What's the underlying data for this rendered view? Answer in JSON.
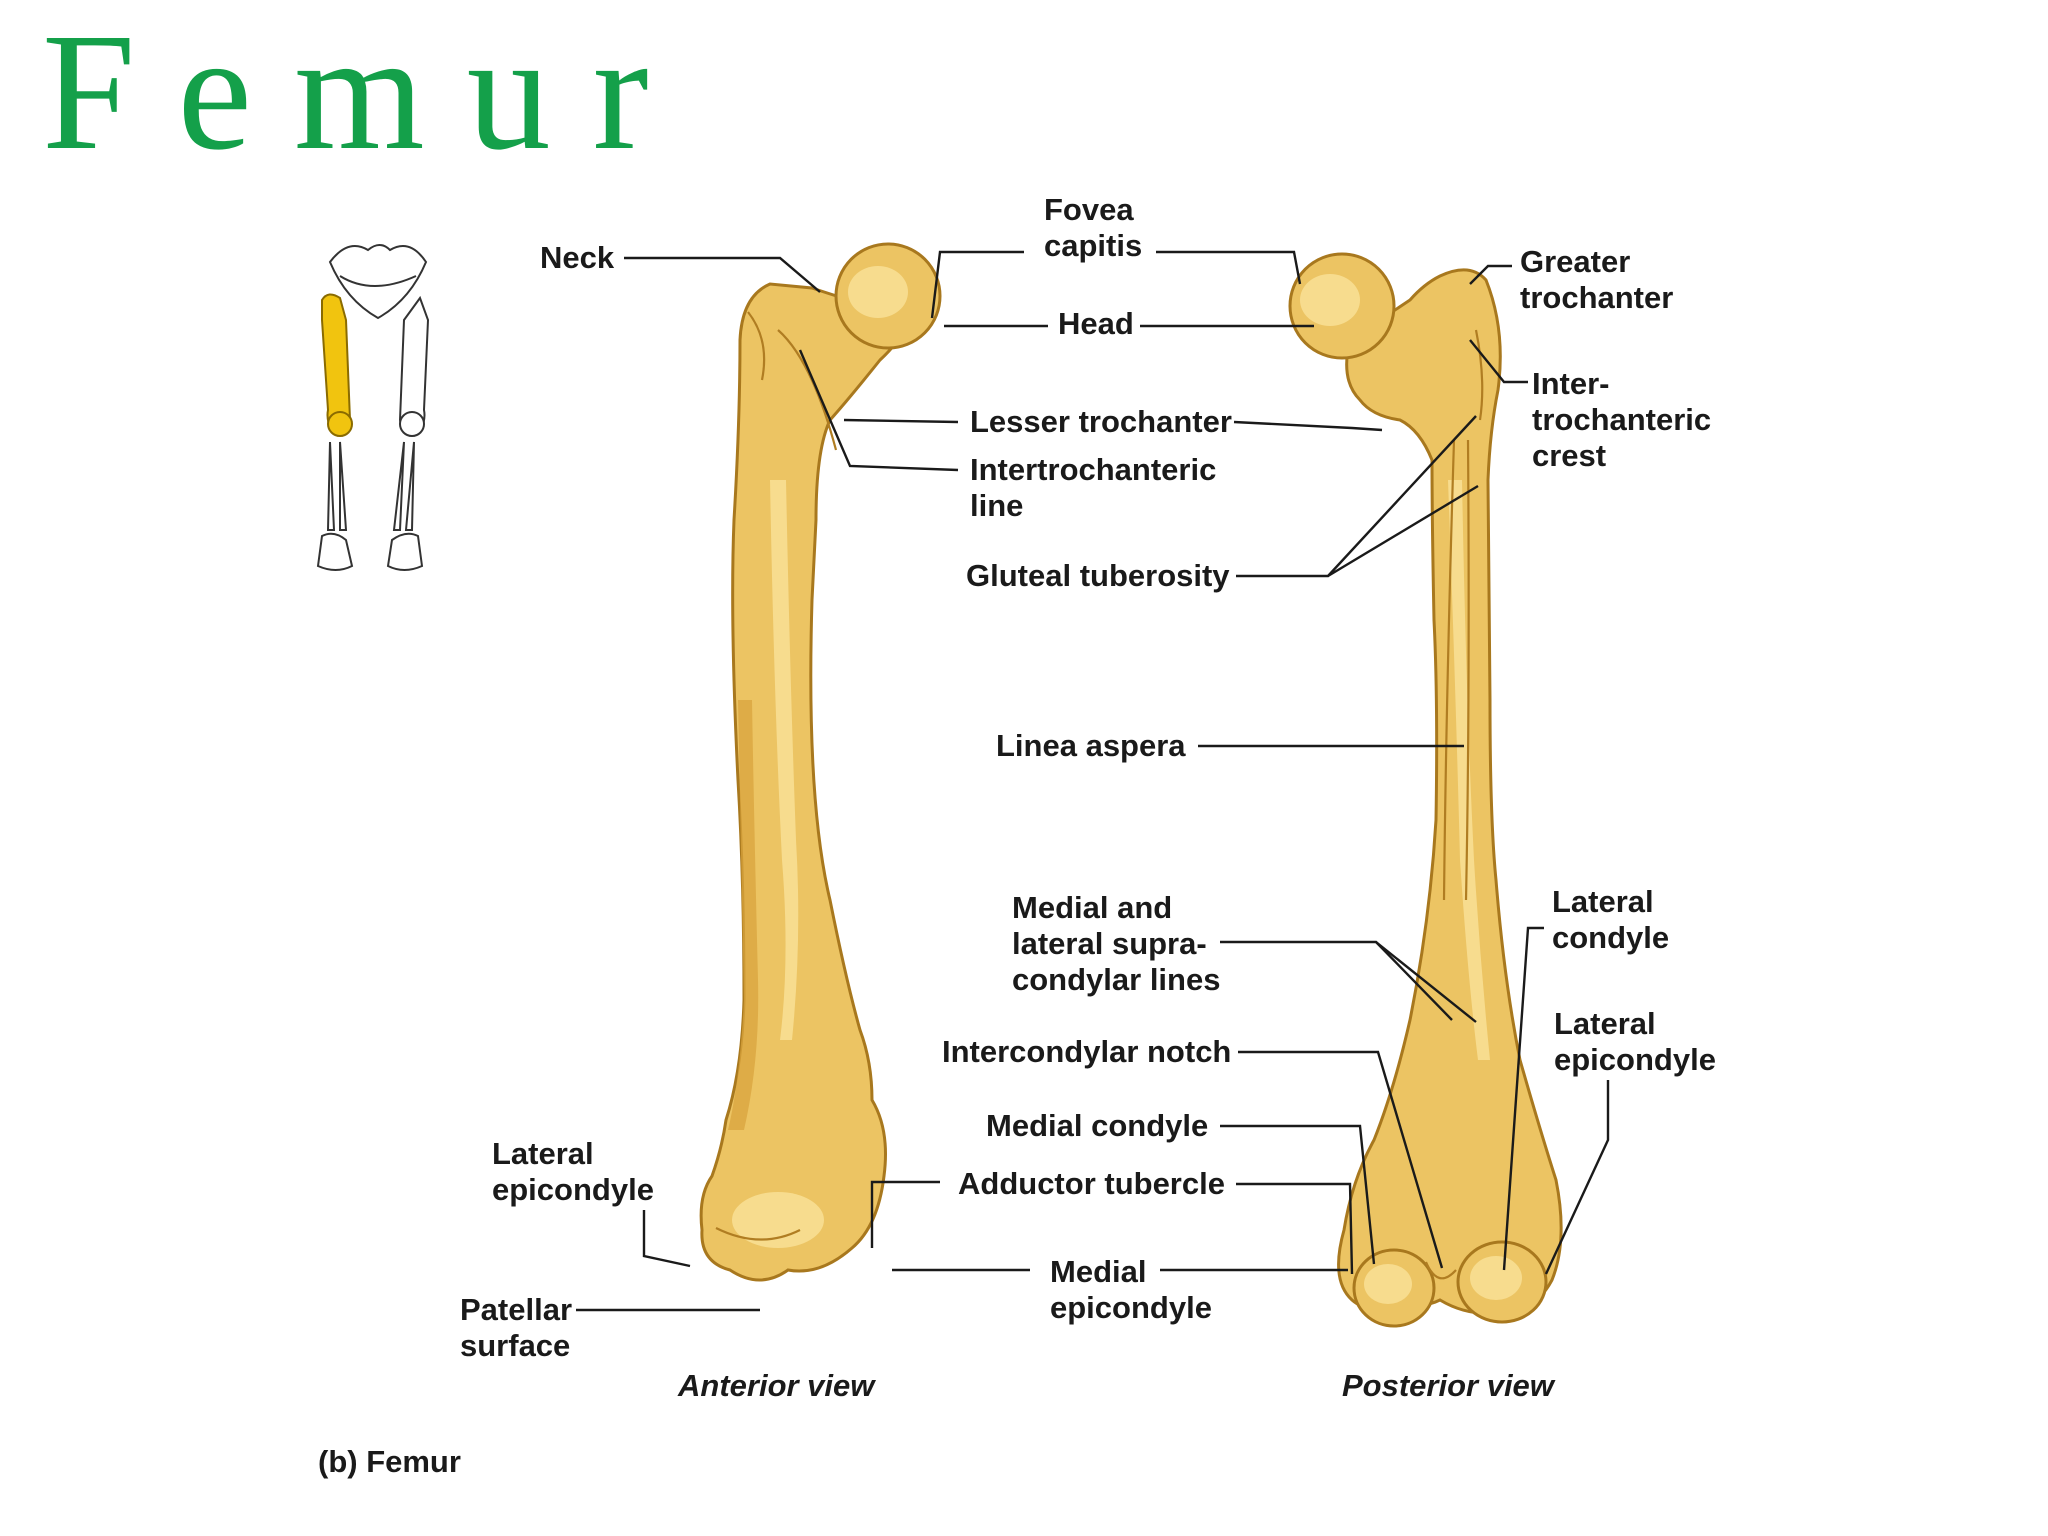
{
  "title": "Femur",
  "caption": "(b) Femur",
  "views": {
    "anterior": "Anterior view",
    "posterior": "Posterior view"
  },
  "labels": {
    "neck": "Neck",
    "fovea": [
      "Fovea",
      "capitis"
    ],
    "head": "Head",
    "greater_trochanter": [
      "Greater",
      "trochanter"
    ],
    "intertrochanteric_crest": [
      "Inter-",
      "trochanteric",
      "crest"
    ],
    "lesser_trochanter": "Lesser trochanter",
    "intertrochanteric_line": [
      "Intertrochanteric",
      "line"
    ],
    "gluteal_tuberosity": "Gluteal tuberosity",
    "linea_aspera": "Linea aspera",
    "supracondylar_lines": [
      "Medial and",
      "lateral supra-",
      "condylar lines"
    ],
    "lateral_condyle": [
      "Lateral",
      "condyle"
    ],
    "lateral_epicondyle_right": [
      "Lateral",
      "epicondyle"
    ],
    "intercondylar_notch": "Intercondylar notch",
    "medial_condyle": "Medial condyle",
    "adductor_tubercle": "Adductor tubercle",
    "medial_epicondyle": [
      "Medial",
      "epicondyle"
    ],
    "lateral_epicondyle_left": [
      "Lateral",
      "epicondyle"
    ],
    "patellar_surface": [
      "Patellar",
      "surface"
    ]
  },
  "colors": {
    "title": "#14a04a",
    "bone": "#ecc463",
    "bone_outline": "#a8781e",
    "highlight": "#f1c40f"
  },
  "icons": [
    "skeleton-lower-limb-icon"
  ]
}
